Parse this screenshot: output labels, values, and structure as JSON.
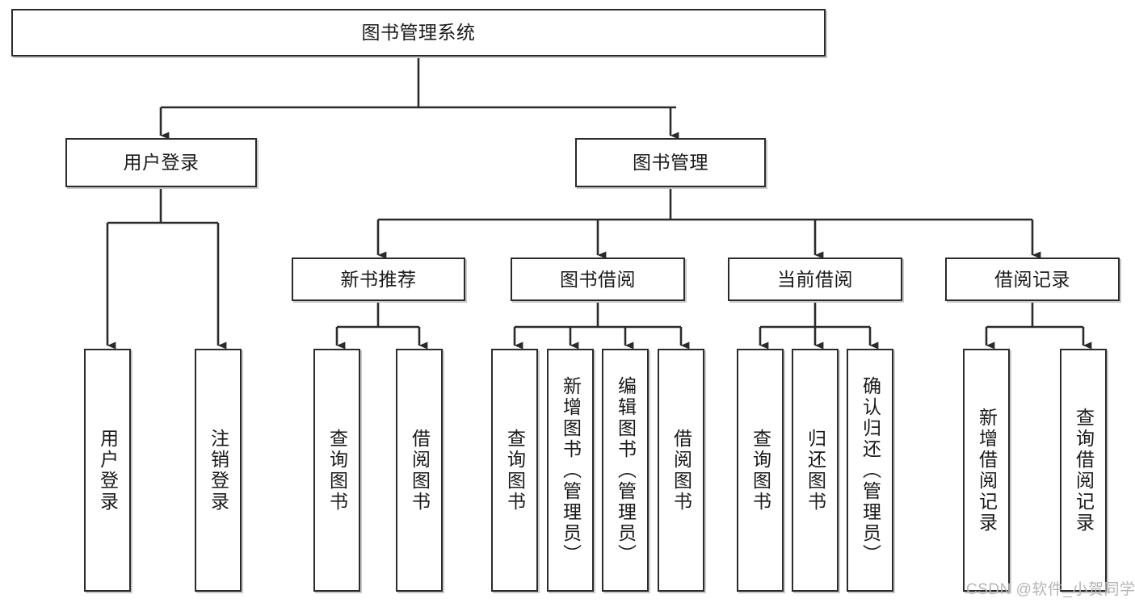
{
  "diagram": {
    "type": "tree",
    "title": "图书管理系统",
    "watermark": "CSDN @软件_小贺同学",
    "colors": {
      "stroke": "#2b2b2b",
      "fill": "#ffffff",
      "text": "#1a1a1a",
      "shadow": "#c9c9c9",
      "watermark": "#b6b6b6"
    },
    "nodes": {
      "root": {
        "label": "图书管理系统",
        "orientation": "horizontal",
        "level": 0
      },
      "l1_0": {
        "label": "用户登录",
        "orientation": "horizontal",
        "level": 1
      },
      "l1_1": {
        "label": "图书管理",
        "orientation": "horizontal",
        "level": 1
      },
      "l2_0": {
        "label": "新书推荐",
        "orientation": "horizontal",
        "level": 2
      },
      "l2_1": {
        "label": "图书借阅",
        "orientation": "horizontal",
        "level": 2
      },
      "l2_2": {
        "label": "当前借阅",
        "orientation": "horizontal",
        "level": 2
      },
      "l2_3": {
        "label": "借阅记录",
        "orientation": "horizontal",
        "level": 2
      },
      "leaf_0": {
        "label": "用户登录",
        "orientation": "vertical",
        "level": 3,
        "parent": "用户登录"
      },
      "leaf_1": {
        "label": "注销登录",
        "orientation": "vertical",
        "level": 3,
        "parent": "用户登录"
      },
      "leaf_2": {
        "label": "查询图书",
        "orientation": "vertical",
        "level": 3,
        "parent": "新书推荐"
      },
      "leaf_3": {
        "label": "借阅图书",
        "orientation": "vertical",
        "level": 3,
        "parent": "新书推荐"
      },
      "leaf_4": {
        "label": "查询图书",
        "orientation": "vertical",
        "level": 3,
        "parent": "图书借阅"
      },
      "leaf_5": {
        "label": "新增图书（管理员）",
        "orientation": "vertical",
        "level": 3,
        "parent": "图书借阅"
      },
      "leaf_6": {
        "label": "编辑图书（管理员）",
        "orientation": "vertical",
        "level": 3,
        "parent": "图书借阅"
      },
      "leaf_7": {
        "label": "借阅图书",
        "orientation": "vertical",
        "level": 3,
        "parent": "图书借阅"
      },
      "leaf_8": {
        "label": "查询图书",
        "orientation": "vertical",
        "level": 3,
        "parent": "当前借阅"
      },
      "leaf_9": {
        "label": "归还图书",
        "orientation": "vertical",
        "level": 3,
        "parent": "当前借阅"
      },
      "leaf_10": {
        "label": "确认归还（管理员）",
        "orientation": "vertical",
        "level": 3,
        "parent": "当前借阅"
      },
      "leaf_11": {
        "label": "新增借阅记录",
        "orientation": "vertical",
        "level": 3,
        "parent": "借阅记录"
      },
      "leaf_12": {
        "label": "查询借阅记录",
        "orientation": "vertical",
        "level": 3,
        "parent": "借阅记录"
      }
    }
  }
}
